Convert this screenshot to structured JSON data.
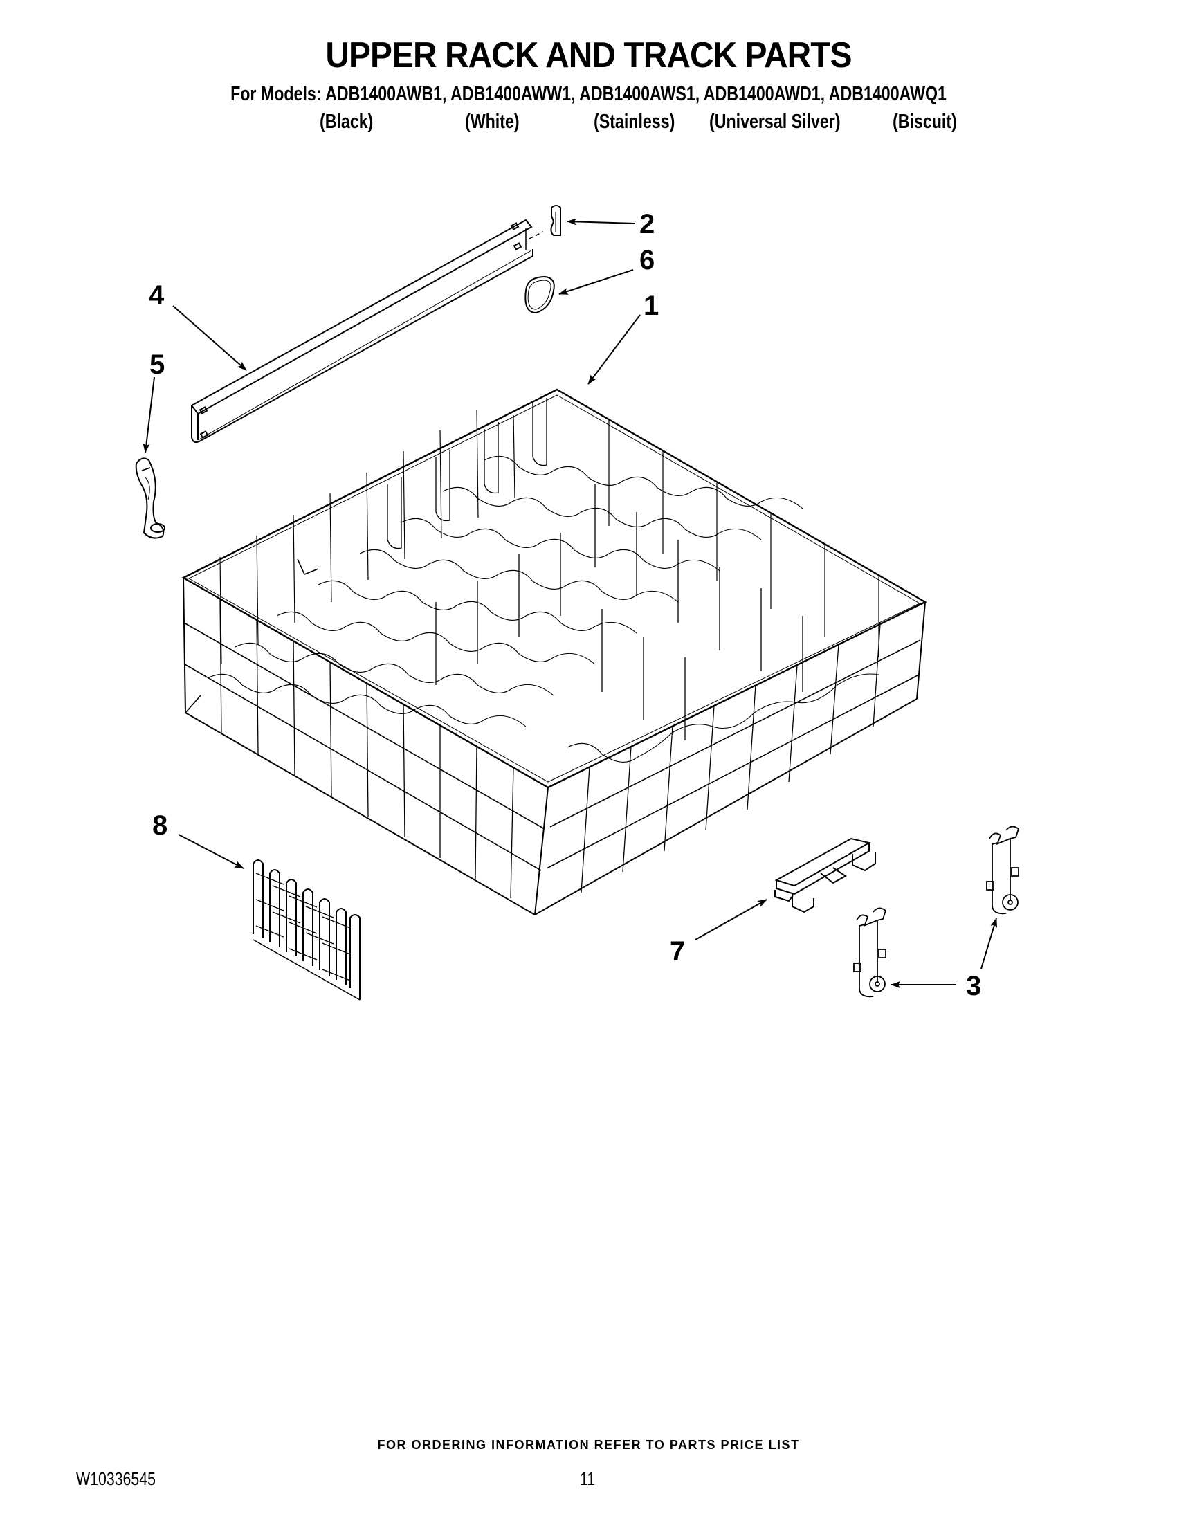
{
  "header": {
    "title": "UPPER RACK AND TRACK PARTS",
    "models_line": "For Models: ADB1400AWB1, ADB1400AWW1, ADB1400AWS1, ADB1400AWD1, ADB1400AWQ1",
    "models": [
      {
        "model": "ADB1400AWB1",
        "color": "(Black)"
      },
      {
        "model": "ADB1400AWW1",
        "color": "(White)"
      },
      {
        "model": "ADB1400AWS1",
        "color": "(Stainless)"
      },
      {
        "model": "ADB1400AWD1",
        "color": "(Universal Silver)"
      },
      {
        "model": "ADB1400AWQ1",
        "color": "(Biscuit)"
      }
    ]
  },
  "diagram": {
    "callouts": [
      {
        "number": "1",
        "part": "upper-rack"
      },
      {
        "number": "2",
        "part": "track-end-cap"
      },
      {
        "number": "3",
        "part": "rack-roller-clip"
      },
      {
        "number": "4",
        "part": "rack-track"
      },
      {
        "number": "5",
        "part": "rack-adjuster"
      },
      {
        "number": "6",
        "part": "o-ring"
      },
      {
        "number": "7",
        "part": "rack-stop"
      },
      {
        "number": "8",
        "part": "cup-shelf-insert"
      }
    ]
  },
  "footer": {
    "note": "FOR ORDERING INFORMATION REFER TO PARTS PRICE LIST",
    "doc_number": "W10336545",
    "page_number": "11"
  }
}
